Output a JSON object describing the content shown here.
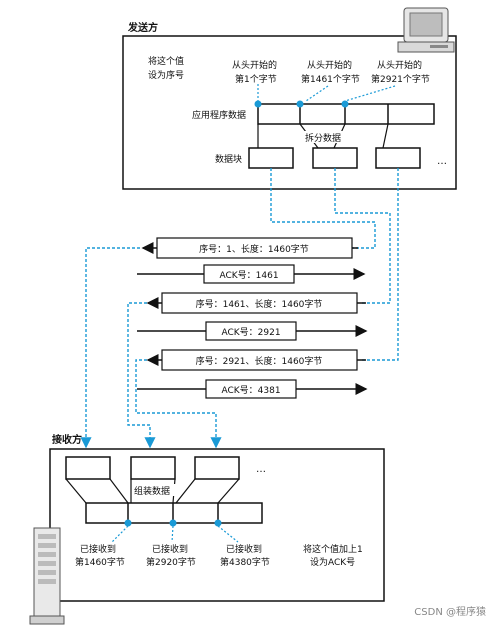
{
  "sender": {
    "title": "发送方",
    "note": [
      "将这个值",
      "设为序号"
    ],
    "start_labels": [
      [
        "从头开始的",
        "第1个字节"
      ],
      [
        "从头开始的",
        "第1461个字节"
      ],
      [
        "从头开始的",
        "第2921个字节"
      ]
    ],
    "app_data_label": "应用程序数据",
    "split_label": "拆分数据",
    "block_label": "数据块",
    "ellipsis": "…"
  },
  "messages": [
    {
      "label": "序号：1、长度：1460字节",
      "direction": "left-to-right"
    },
    {
      "label": "ACK号：1461",
      "direction": "right-to-left"
    },
    {
      "label": "序号：1461、长度：1460字节",
      "direction": "left-to-right"
    },
    {
      "label": "ACK号：2921",
      "direction": "right-to-left"
    },
    {
      "label": "序号：2921、长度：1460字节",
      "direction": "left-to-right"
    },
    {
      "label": "ACK号：4381",
      "direction": "right-to-left"
    }
  ],
  "receiver": {
    "title": "接收方",
    "assemble_label": "组装数据",
    "ellipsis": "…",
    "received_labels": [
      [
        "已接收到",
        "第1460字节"
      ],
      [
        "已接收到",
        "第2920字节"
      ],
      [
        "已接收到",
        "第4380字节"
      ]
    ],
    "note": [
      "将这个值加上1",
      "设为ACK号"
    ]
  },
  "watermark": "CSDN @程序猿",
  "colors": {
    "line": "#111111",
    "dashed": "#1a9ad6",
    "marker": "#1a9ad6",
    "frame_fill": "#ffffff"
  }
}
